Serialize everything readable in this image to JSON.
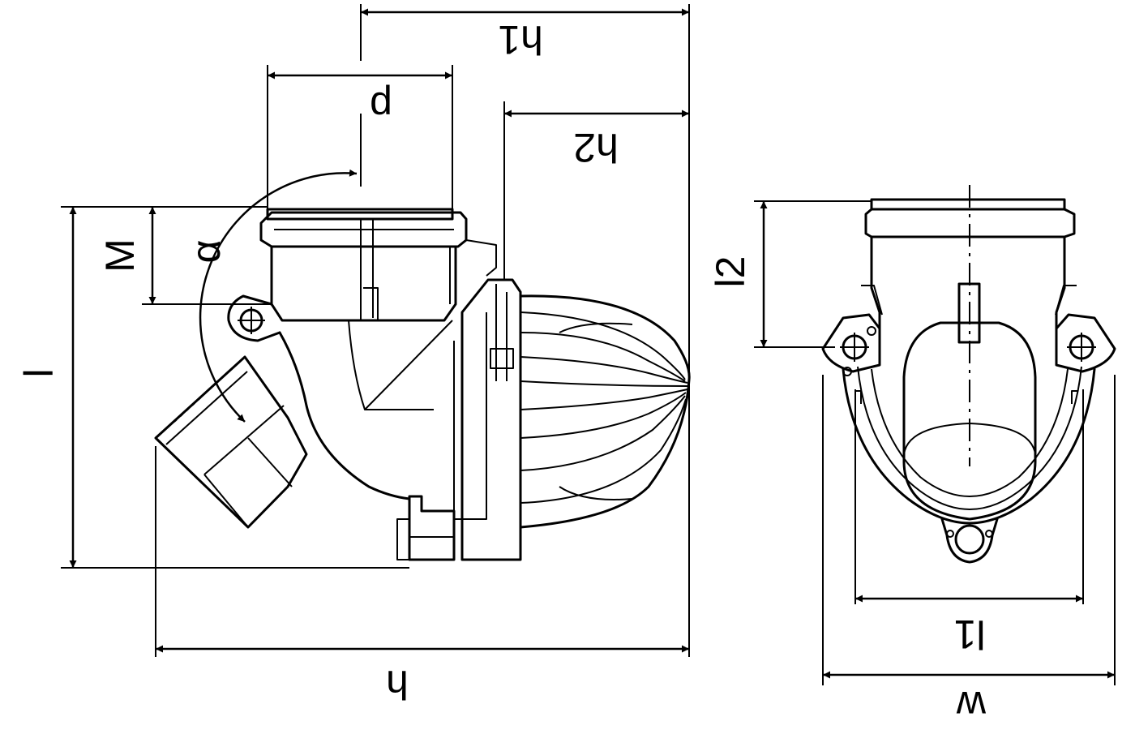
{
  "labels": {
    "h1": "h1",
    "d": "d",
    "h2": "h2",
    "M": "M",
    "alpha": "α",
    "l": "l",
    "h": "h",
    "l2": "l2",
    "l1": "l1",
    "w": "w"
  }
}
